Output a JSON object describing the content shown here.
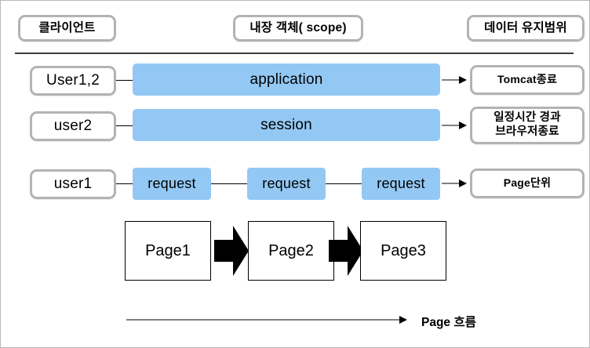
{
  "diagram": {
    "headers": [
      {
        "label": "클라이언트"
      },
      {
        "label": "내장 객체( scope)"
      },
      {
        "label": "데이터 유지범위"
      }
    ],
    "rows": [
      {
        "actor": "User1,2",
        "scope": "application",
        "lifetime": "Tomcat종료"
      },
      {
        "actor": "user2",
        "scope": "session",
        "lifetime_line1": "일정시간 경과",
        "lifetime_line2": "브라우저종료"
      },
      {
        "actor": "user1",
        "scope_boxes": [
          "request",
          "request",
          "request"
        ],
        "lifetime": "Page단위"
      }
    ],
    "pages": [
      "Page1",
      "Page2",
      "Page3"
    ],
    "flow_label": "Page 흐름",
    "colors": {
      "scope_blue": "#93c8f4",
      "pill_border": "#b3b3b3",
      "line_black": "#000000",
      "divider_grey": "#3b3b3b",
      "page_border": "#000000",
      "background": "#ffffff"
    }
  }
}
